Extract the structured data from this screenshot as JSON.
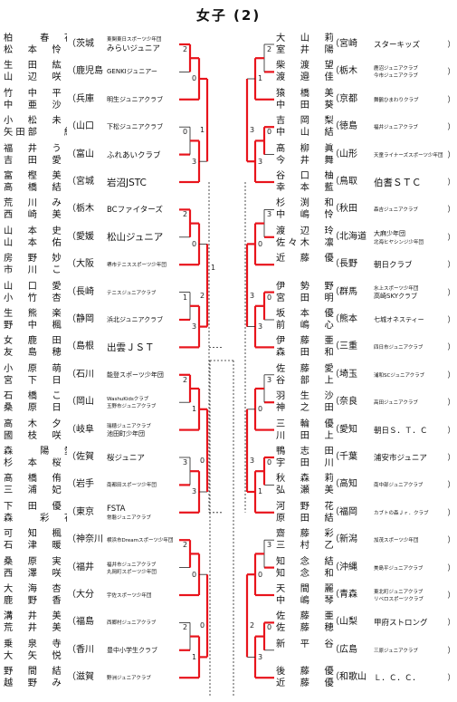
{
  "title": "女子 (2)",
  "left_entries": [
    {
      "p1": "柏　　春　花",
      "p2": "松　本　怜　奈",
      "pref": "（茨城",
      "club": [
        "東関東日スポーツ少年団",
        "みらいジュニア"
      ],
      "sizes": [
        "xs",
        "m"
      ]
    },
    {
      "p1": "生　田　紘　華",
      "p2": "山　辺　咲　弥",
      "pref": "（鹿児島",
      "club": [
        "GENKIジュニアー"
      ],
      "sizes": [
        "s"
      ]
    },
    {
      "p1": "竹　中　平　碧　純",
      "p2": "中　亜　沙　美",
      "pref": "（兵庫",
      "club": [
        "明生ジュニアクラブ"
      ],
      "sizes": [
        "s"
      ]
    },
    {
      "p1": "小　松　未　菜",
      "p2": "矢田部　　絢",
      "pref": "（山口",
      "club": [
        "下松ジュニアクラブ"
      ],
      "sizes": [
        "s"
      ]
    },
    {
      "p1": "福　井　う　た",
      "p2": "吉　田　愛　捺",
      "pref": "（富山",
      "club": [
        "ふれあいクラブ"
      ],
      "sizes": [
        "m"
      ]
    },
    {
      "p1": "富　樫　美　澄",
      "p2": "高　橋　結　南",
      "pref": "（宮城",
      "club": [
        "岩沼JSTC"
      ],
      "sizes": [
        "l"
      ]
    },
    {
      "p1": "荒　川　み　の　り",
      "p2": "西　崎　美　紅",
      "pref": "（栃木",
      "club": [
        "BCファイターズ"
      ],
      "sizes": [
        "m"
      ]
    },
    {
      "p1": "山　本　史　實",
      "p2": "山　本　佑　奈",
      "pref": "（愛媛",
      "club": [
        "松山ジュニア"
      ],
      "sizes": [
        "l"
      ]
    },
    {
      "p1": "房　野　妙　千",
      "p2": "市　川　こ　い　と",
      "pref": "（大阪",
      "club": [
        "堺市テニススポーツ少年団"
      ],
      "sizes": [
        "xs"
      ]
    },
    {
      "p1": "山　口　愛　理　彩",
      "p2": "小　竹　杏　奈",
      "pref": "（長崎",
      "club": [
        "テニスジュニアクラブ"
      ],
      "sizes": [
        "xs"
      ]
    },
    {
      "p1": "生　熊　楽　実",
      "p2": "野　中　楓　華",
      "pref": "（静岡",
      "club": [
        "浜北ジュニアクラブ"
      ],
      "sizes": [
        "s"
      ]
    },
    {
      "p1": "女　鹿　田　千　咲",
      "p2": "友　島　穂　香",
      "pref": "（島根",
      "club": [
        "出雲ＪＳＴ"
      ],
      "sizes": [
        "l"
      ]
    },
    {
      "p1": "小　原　萌　々　子",
      "p2": "宮　下　日　香　莉",
      "pref": "（石川",
      "club": [
        "能登スポーツ少年団"
      ],
      "sizes": [
        "s"
      ]
    },
    {
      "p1": "石　橋　こ　の　み",
      "p2": "桑　原　日　和",
      "pref": "（岡山",
      "club": [
        "WashuKidsクラブ",
        "玉野市ジュニアクラブ"
      ],
      "sizes": [
        "xs",
        "xs"
      ]
    },
    {
      "p1": "高　木　夕　愛",
      "p2": "國　枝　咲　希",
      "pref": "（岐阜",
      "club": [
        "瑞穂ジュニアクラブ",
        "池田町少年団"
      ],
      "sizes": [
        "xs",
        "s"
      ]
    },
    {
      "p1": "森　　陽　愛",
      "p2": "杉　本　桜　和　子",
      "pref": "（佐賀",
      "club": [
        "桜ジュニア"
      ],
      "sizes": [
        "m"
      ]
    },
    {
      "p1": "髙　橋　侑　愛",
      "p2": "三　浦　妃　桜",
      "pref": "（岩手",
      "club": [
        "南都田スポーツ少年団"
      ],
      "sizes": [
        "xs"
      ]
    },
    {
      "p1": "下　田　優　凪",
      "p2": "森　　彩　花",
      "pref": "（東京",
      "club": [
        "FSTA",
        "常磐ジュニアクラブ"
      ],
      "sizes": [
        "m",
        "xs"
      ]
    },
    {
      "p1": "可　知　楓",
      "p2": "石　津　暖　奈",
      "pref": "（神奈川",
      "club": [
        "横浜市Dreamスポーツ少年団"
      ],
      "sizes": [
        "xs"
      ]
    },
    {
      "p1": "桑　原　実　澪",
      "p2": "西　澤　咲　乃",
      "pref": "（福井",
      "club": [
        "福井市ジュニアクラブ",
        "丸岡町スポーツ少年団"
      ],
      "sizes": [
        "xs",
        "xs"
      ]
    },
    {
      "p1": "大　海　杏　桜",
      "p2": "鹿　野　香　恋",
      "pref": "（大分",
      "club": [
        "宇佐スポーツ少年団"
      ],
      "sizes": [
        "xs"
      ]
    },
    {
      "p1": "溝　井　美　月",
      "p2": "荒　井　美　羽",
      "pref": "（福島",
      "club": [
        "西郷村ジュニアクラブ"
      ],
      "sizes": [
        "xs"
      ]
    },
    {
      "p1": "乗　泉　寺　未　紅",
      "p2": "大　矢　悦　恵",
      "pref": "（香川",
      "club": [
        "豊中小学生クラブ"
      ],
      "sizes": [
        "s"
      ]
    },
    {
      "p1": "野　間　結　菜",
      "p2": "越　野　み　ず　き",
      "pref": "（滋賀",
      "club": [
        "野洲ジュニアクラブ"
      ],
      "sizes": [
        "xs"
      ]
    }
  ],
  "right_entries": [
    {
      "p1": "大　山　莉　里　華",
      "p2": "室　井　陽　苗",
      "pref": "（宮崎",
      "club": [
        "スターキッズ"
      ],
      "close": "）",
      "sizes": [
        "m"
      ]
    },
    {
      "p1": "柴　渡　望　咲",
      "p2": "渡　邉　佳　穂",
      "pref": "（栃木",
      "club": [
        "鹿沼ジュニアクラブ",
        "今市ジュニアクラブ"
      ],
      "close": "）",
      "sizes": [
        "xs",
        "xs"
      ]
    },
    {
      "p1": "猿　橋　美　心",
      "p2": "中　田　葵　彩",
      "pref": "（京都",
      "club": [
        "舞鶴ひまわりクラブ"
      ],
      "close": "）",
      "sizes": [
        "xs"
      ]
    },
    {
      "p1": "吉　岡　梨　緒",
      "p2": "中　山　結　都",
      "pref": "（徳島",
      "club": [
        "福井ジュニアクラブ"
      ],
      "close": "）",
      "sizes": [
        "xs"
      ]
    },
    {
      "p1": "髙　柳　眞　子",
      "p2": "今　井　舞　花",
      "pref": "（山形",
      "club": [
        "天童ライナーズスポーツ少年団"
      ],
      "close": "）",
      "sizes": [
        "xs"
      ]
    },
    {
      "p1": "谷　口　柚　葉",
      "p2": "幸　本　藍　里",
      "pref": "（鳥取",
      "club": [
        "伯耆ＳＴＣ"
      ],
      "close": "）",
      "sizes": [
        "l"
      ]
    },
    {
      "p1": "杉　渕　和　椛",
      "p2": "中　嶋　怜　奈",
      "pref": "（秋田",
      "club": [
        "森吉ジュニアクラブ"
      ],
      "close": "）",
      "sizes": [
        "xs"
      ]
    },
    {
      "p1": "渡　辺　玲　花",
      "p2": "佐々木　凛",
      "pref": "（北海道",
      "club": [
        "大麻少年団",
        "北海ヒヤシンジ少年団"
      ],
      "close": "）",
      "sizes": [
        "s",
        "xs"
      ]
    },
    {
      "p1": "近　藤　優　衣",
      "p2": "",
      "pref": "（長野",
      "club": [
        "朝日クラブ"
      ],
      "close": "）",
      "sizes": [
        "m"
      ]
    },
    {
      "p1": "伊　勢　野　心　愛",
      "p2": "宮　田　明　優",
      "pref": "（群馬",
      "club": [
        "水上スポーツ少年団",
        "高崎SKYクラブ"
      ],
      "close": "）",
      "sizes": [
        "xs",
        "s"
      ]
    },
    {
      "p1": "坂　本　優　心",
      "p2": "前　嶋　心　衣",
      "pref": "（熊本",
      "club": [
        "七城オネスティー"
      ],
      "close": "）",
      "sizes": [
        "s"
      ]
    },
    {
      "p1": "伊　藤　亜　沙　華",
      "p2": "森　田　和　実",
      "pref": "（三重",
      "club": [
        "四日市ジュニアクラブ"
      ],
      "close": "）",
      "sizes": [
        "xs"
      ]
    },
    {
      "p1": "佐　藤　愛",
      "p2": "谷　部　上　心",
      "pref": "（埼玉",
      "club": [
        "浦和SCジュニアクラブ"
      ],
      "close": "）",
      "sizes": [
        "xs"
      ]
    },
    {
      "p1": "羽　生　沙　音",
      "p2": "神　之　田　心　結",
      "pref": "（奈良",
      "club": [
        "高田ジュニアクラブ"
      ],
      "close": "）",
      "sizes": [
        "xs"
      ]
    },
    {
      "p1": "三　輪　優　月",
      "p2": "川　田　上　深　央　里",
      "pref": "（愛知",
      "club": [
        "朝日Ｓ．Ｔ．Ｃ"
      ],
      "close": "）",
      "sizes": [
        "m"
      ]
    },
    {
      "p1": "鴨　志　田　柚",
      "p2": "宇　田　川　な　な　み",
      "pref": "（千葉",
      "club": [
        "浦安市ジュニア"
      ],
      "close": "）",
      "sizes": [
        "m"
      ]
    },
    {
      "p1": "秋　森　莉　亜",
      "p2": "弘　瀬　美　宏",
      "pref": "（高知",
      "club": [
        "南中部ジュニアクラブ"
      ],
      "close": "）",
      "sizes": [
        "xs"
      ]
    },
    {
      "p1": "河　野　花　奈",
      "p2": "原　田　結　都",
      "pref": "（福岡",
      "club": [
        "カブトの森Ｊｒ．クラブ"
      ],
      "close": "）",
      "sizes": [
        "xs"
      ]
    },
    {
      "p1": "齋　藤　彩　華",
      "p2": "三　村　乙　葉",
      "pref": "（新潟",
      "club": [
        "加茂スポーツ少年団"
      ],
      "close": "）",
      "sizes": [
        "xs"
      ]
    },
    {
      "p1": "知　念　結　音",
      "p2": "知　念　和　可　子",
      "pref": "（沖縄",
      "club": [
        "美島平ジュニアクラブ"
      ],
      "close": "）",
      "sizes": [
        "xs"
      ]
    },
    {
      "p1": "天　間　麗　奈",
      "p2": "中　嶋　琴　音",
      "pref": "（青森",
      "club": [
        "東北町ジュニアクラブ",
        "リベロスポーツクラブ"
      ],
      "close": "）",
      "sizes": [
        "xs",
        "xs"
      ]
    },
    {
      "p1": "佐　藤　亜　衣　香",
      "p2": "佐　藤　穂　舞",
      "pref": "（山梨",
      "club": [
        "甲府ストロング"
      ],
      "close": "）",
      "sizes": [
        "m"
      ]
    },
    {
      "p1": "新　平　谷　春　花",
      "p2": "",
      "pref": "（広島",
      "club": [
        "三原ジュニアクラブ"
      ],
      "close": "）",
      "sizes": [
        "xs"
      ]
    },
    {
      "p1": "後　藤　優　依",
      "p2": "近　藤　優　衣",
      "pref": "（和歌山",
      "club": [
        "Ｌ．Ｃ．Ｃ．"
      ],
      "close": "）",
      "sizes": [
        "m"
      ]
    }
  ],
  "scores": [
    {
      "t": "2"
    },
    {
      "t": "0"
    },
    {
      "t": "2"
    },
    {
      "t": "1"
    },
    {
      "t": "0"
    },
    {
      "t": "3"
    },
    {
      "t": "0"
    },
    {
      "t": "3"
    },
    {
      "t": "2"
    },
    {
      "t": "0"
    },
    {
      "t": "3"
    },
    {
      "t": "0"
    },
    {
      "t": "1"
    },
    {
      "t": "3"
    },
    {
      "t": "0"
    },
    {
      "t": "3"
    },
    {
      "t": "2"
    },
    {
      "t": "1"
    },
    {
      "t": "3"
    },
    {
      "t": "0"
    },
    {
      "t": "3"
    },
    {
      "t": "3"
    },
    {
      "t": "0"
    },
    {
      "t": "1"
    },
    {
      "t": "2"
    },
    {
      "t": "0"
    },
    {
      "t": "3"
    },
    {
      "t": "0"
    },
    {
      "t": "2"
    },
    {
      "t": "1"
    },
    {
      "t": "0"
    },
    {
      "t": "3"
    },
    {
      "t": "1"
    },
    {
      "t": "3"
    },
    {
      "t": "2"
    },
    {
      "t": "3"
    },
    {
      "t": "0"
    },
    {
      "t": "3"
    },
    {
      "t": "0"
    },
    {
      "t": "2"
    },
    {
      "t": "1"
    }
  ],
  "colors": {
    "winner_line": "#e8141c",
    "line": "#222222"
  }
}
